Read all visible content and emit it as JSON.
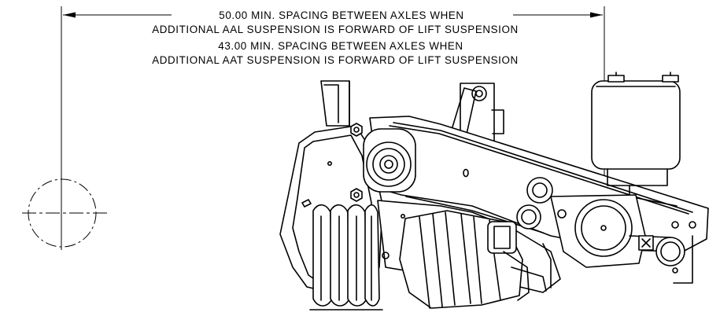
{
  "dimension_notes": {
    "line1": "50.00 MIN. SPACING BETWEEN AXLES WHEN",
    "line2": "ADDITIONAL AAL SUSPENSION IS FORWARD OF LIFT SUSPENSION",
    "line3": "43.00 MIN. SPACING BETWEEN AXLES WHEN",
    "line4": "ADDITIONAL AAT SUSPENSION IS FORWARD OF LIFT SUSPENSION"
  },
  "colors": {
    "line": "#000000",
    "background": "#ffffff"
  }
}
